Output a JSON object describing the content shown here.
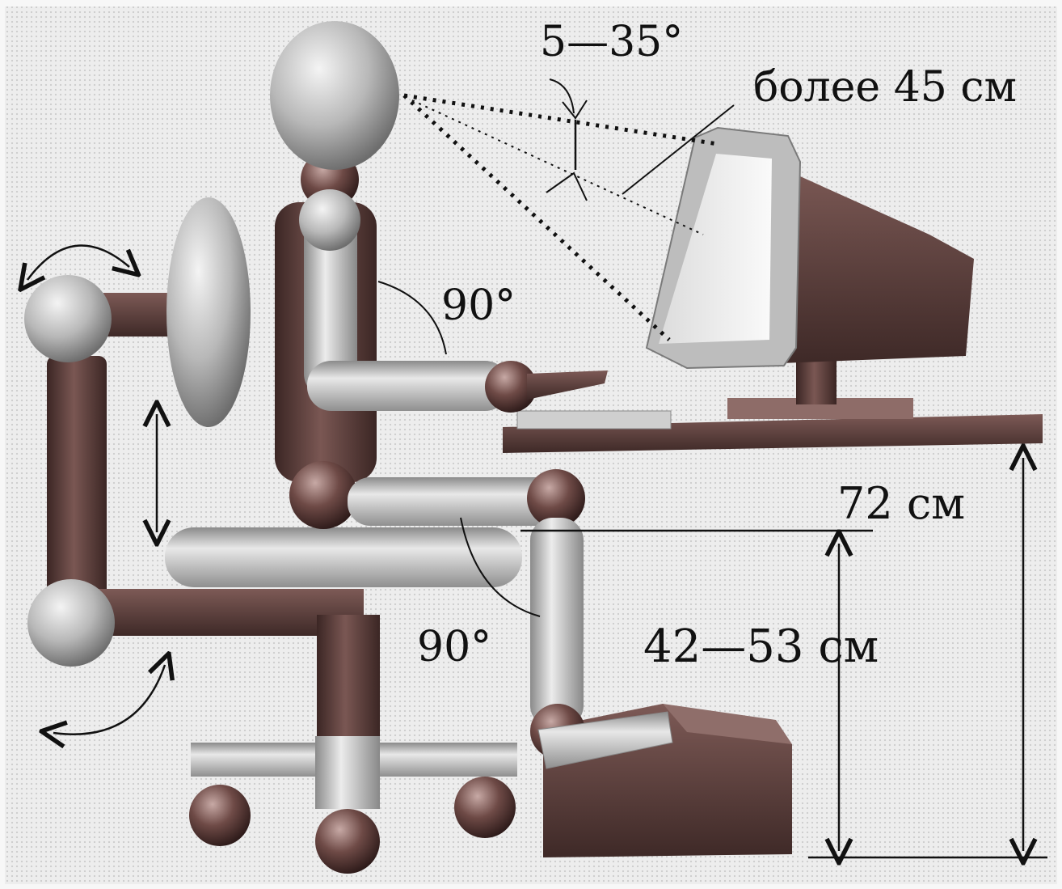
{
  "labels": {
    "viewing_angle": "5—35°",
    "screen_distance": "более 45 см",
    "elbow_angle": "90°",
    "table_height": "72 см",
    "knee_angle": "90°",
    "seat_height": "42—53 см"
  },
  "colors": {
    "background": "#ededed",
    "body_light": "#bdbdbd",
    "frame_dark": "#5e3f3c",
    "ink": "#111111"
  }
}
